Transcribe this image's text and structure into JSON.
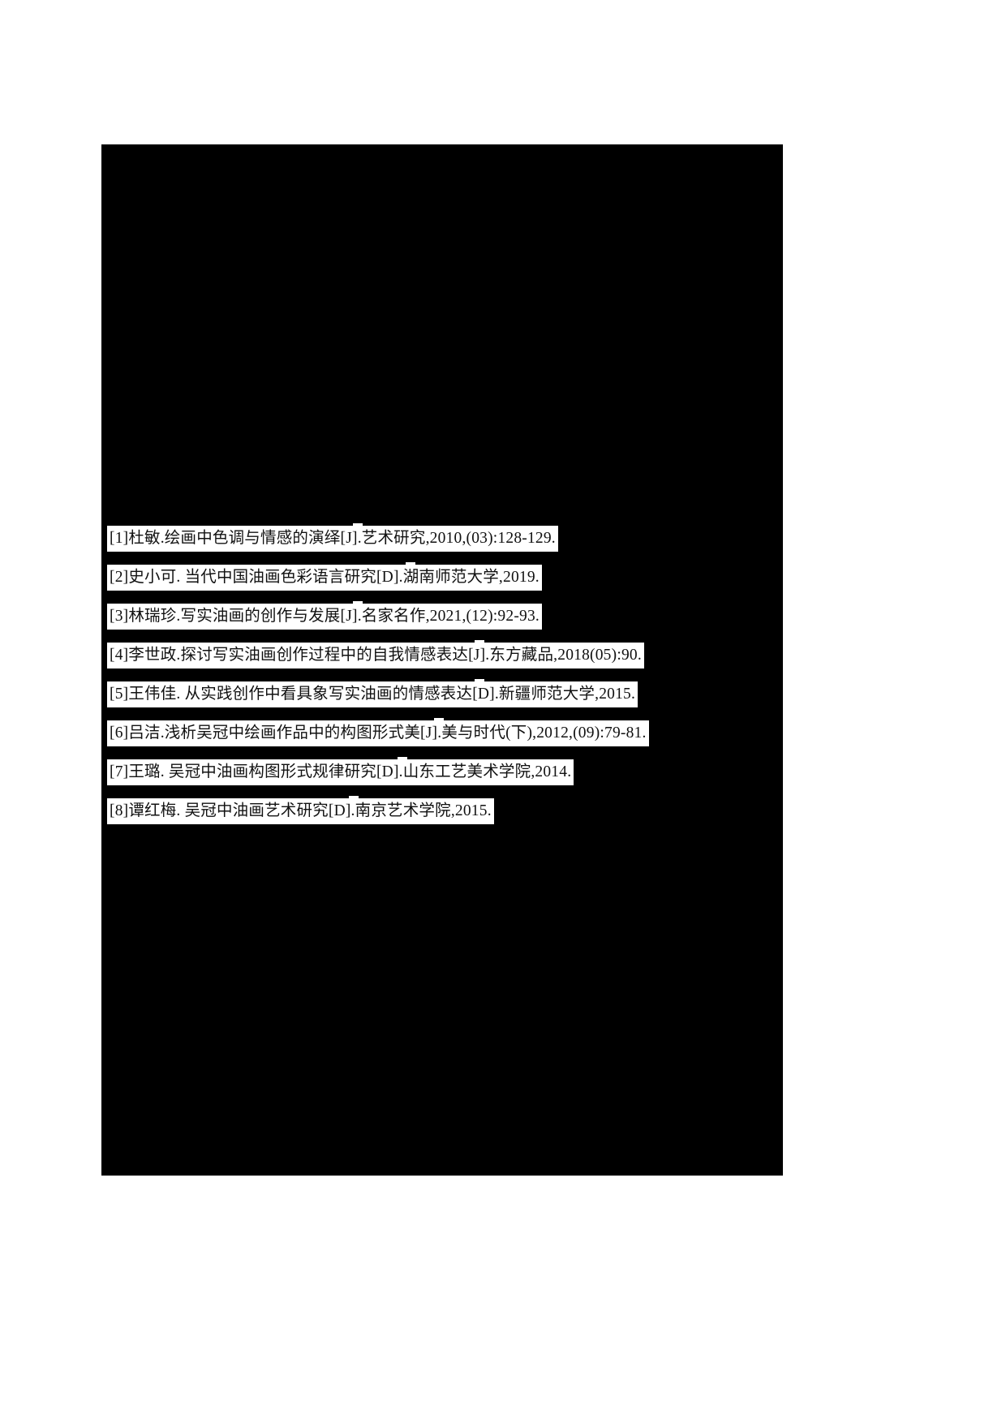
{
  "document": {
    "section_title": "",
    "page_background": "#000000",
    "margin_background": "#ffffff",
    "text_color": "#111111",
    "highlight_color": "#ffffff"
  },
  "references": [
    {
      "index": "[1]",
      "text": "[1]杜敏.绘画中色调与情感的演绎[J].艺术研究,2010,(03):128-129.",
      "author": "杜敏",
      "title": "绘画中色调与情感的演绎",
      "type": "J",
      "source": "艺术研究",
      "year": "2010",
      "issue": "(03)",
      "pages": "128-129"
    },
    {
      "index": "[2]",
      "text": "[2]史小可. 当代中国油画色彩语言研究[D].湖南师范大学,2019.",
      "author": "史小可",
      "title": "当代中国油画色彩语言研究",
      "type": "D",
      "source": "湖南师范大学",
      "year": "2019",
      "issue": "",
      "pages": ""
    },
    {
      "index": "[3]",
      "text": "[3]林瑞珍.写实油画的创作与发展[J].名家名作,2021,(12):92-93.",
      "author": "林瑞珍",
      "title": "写实油画的创作与发展",
      "type": "J",
      "source": "名家名作",
      "year": "2021",
      "issue": "(12)",
      "pages": "92-93"
    },
    {
      "index": "[4]",
      "text": "[4]李世政.探讨写实油画创作过程中的自我情感表达[J].东方藏品,2018(05):90.",
      "author": "李世政",
      "title": "探讨写实油画创作过程中的自我情感表达",
      "type": "J",
      "source": "东方藏品",
      "year": "2018",
      "issue": "(05)",
      "pages": "90"
    },
    {
      "index": "[5]",
      "text": "[5]王伟佳. 从实践创作中看具象写实油画的情感表达[D].新疆师范大学,2015.",
      "author": "王伟佳",
      "title": "从实践创作中看具象写实油画的情感表达",
      "type": "D",
      "source": "新疆师范大学",
      "year": "2015",
      "issue": "",
      "pages": ""
    },
    {
      "index": "[6]",
      "text": "[6]吕洁.浅析吴冠中绘画作品中的构图形式美[J].美与时代(下),2012,(09):79-81.",
      "author": "吕洁",
      "title": "浅析吴冠中绘画作品中的构图形式美",
      "type": "J",
      "source": "美与时代(下)",
      "year": "2012",
      "issue": "(09)",
      "pages": "79-81"
    },
    {
      "index": "[7]",
      "text": "[7]王璐. 吴冠中油画构图形式规律研究[D].山东工艺美术学院,2014.",
      "author": "王璐",
      "title": "吴冠中油画构图形式规律研究",
      "type": "D",
      "source": "山东工艺美术学院",
      "year": "2014",
      "issue": "",
      "pages": ""
    },
    {
      "index": "[8]",
      "text": "[8]谭红梅. 吴冠中油画艺术研究[D].南京艺术学院,2015.",
      "author": "谭红梅",
      "title": "吴冠中油画艺术研究",
      "type": "D",
      "source": "南京艺术学院",
      "year": "2015",
      "issue": "",
      "pages": ""
    }
  ]
}
